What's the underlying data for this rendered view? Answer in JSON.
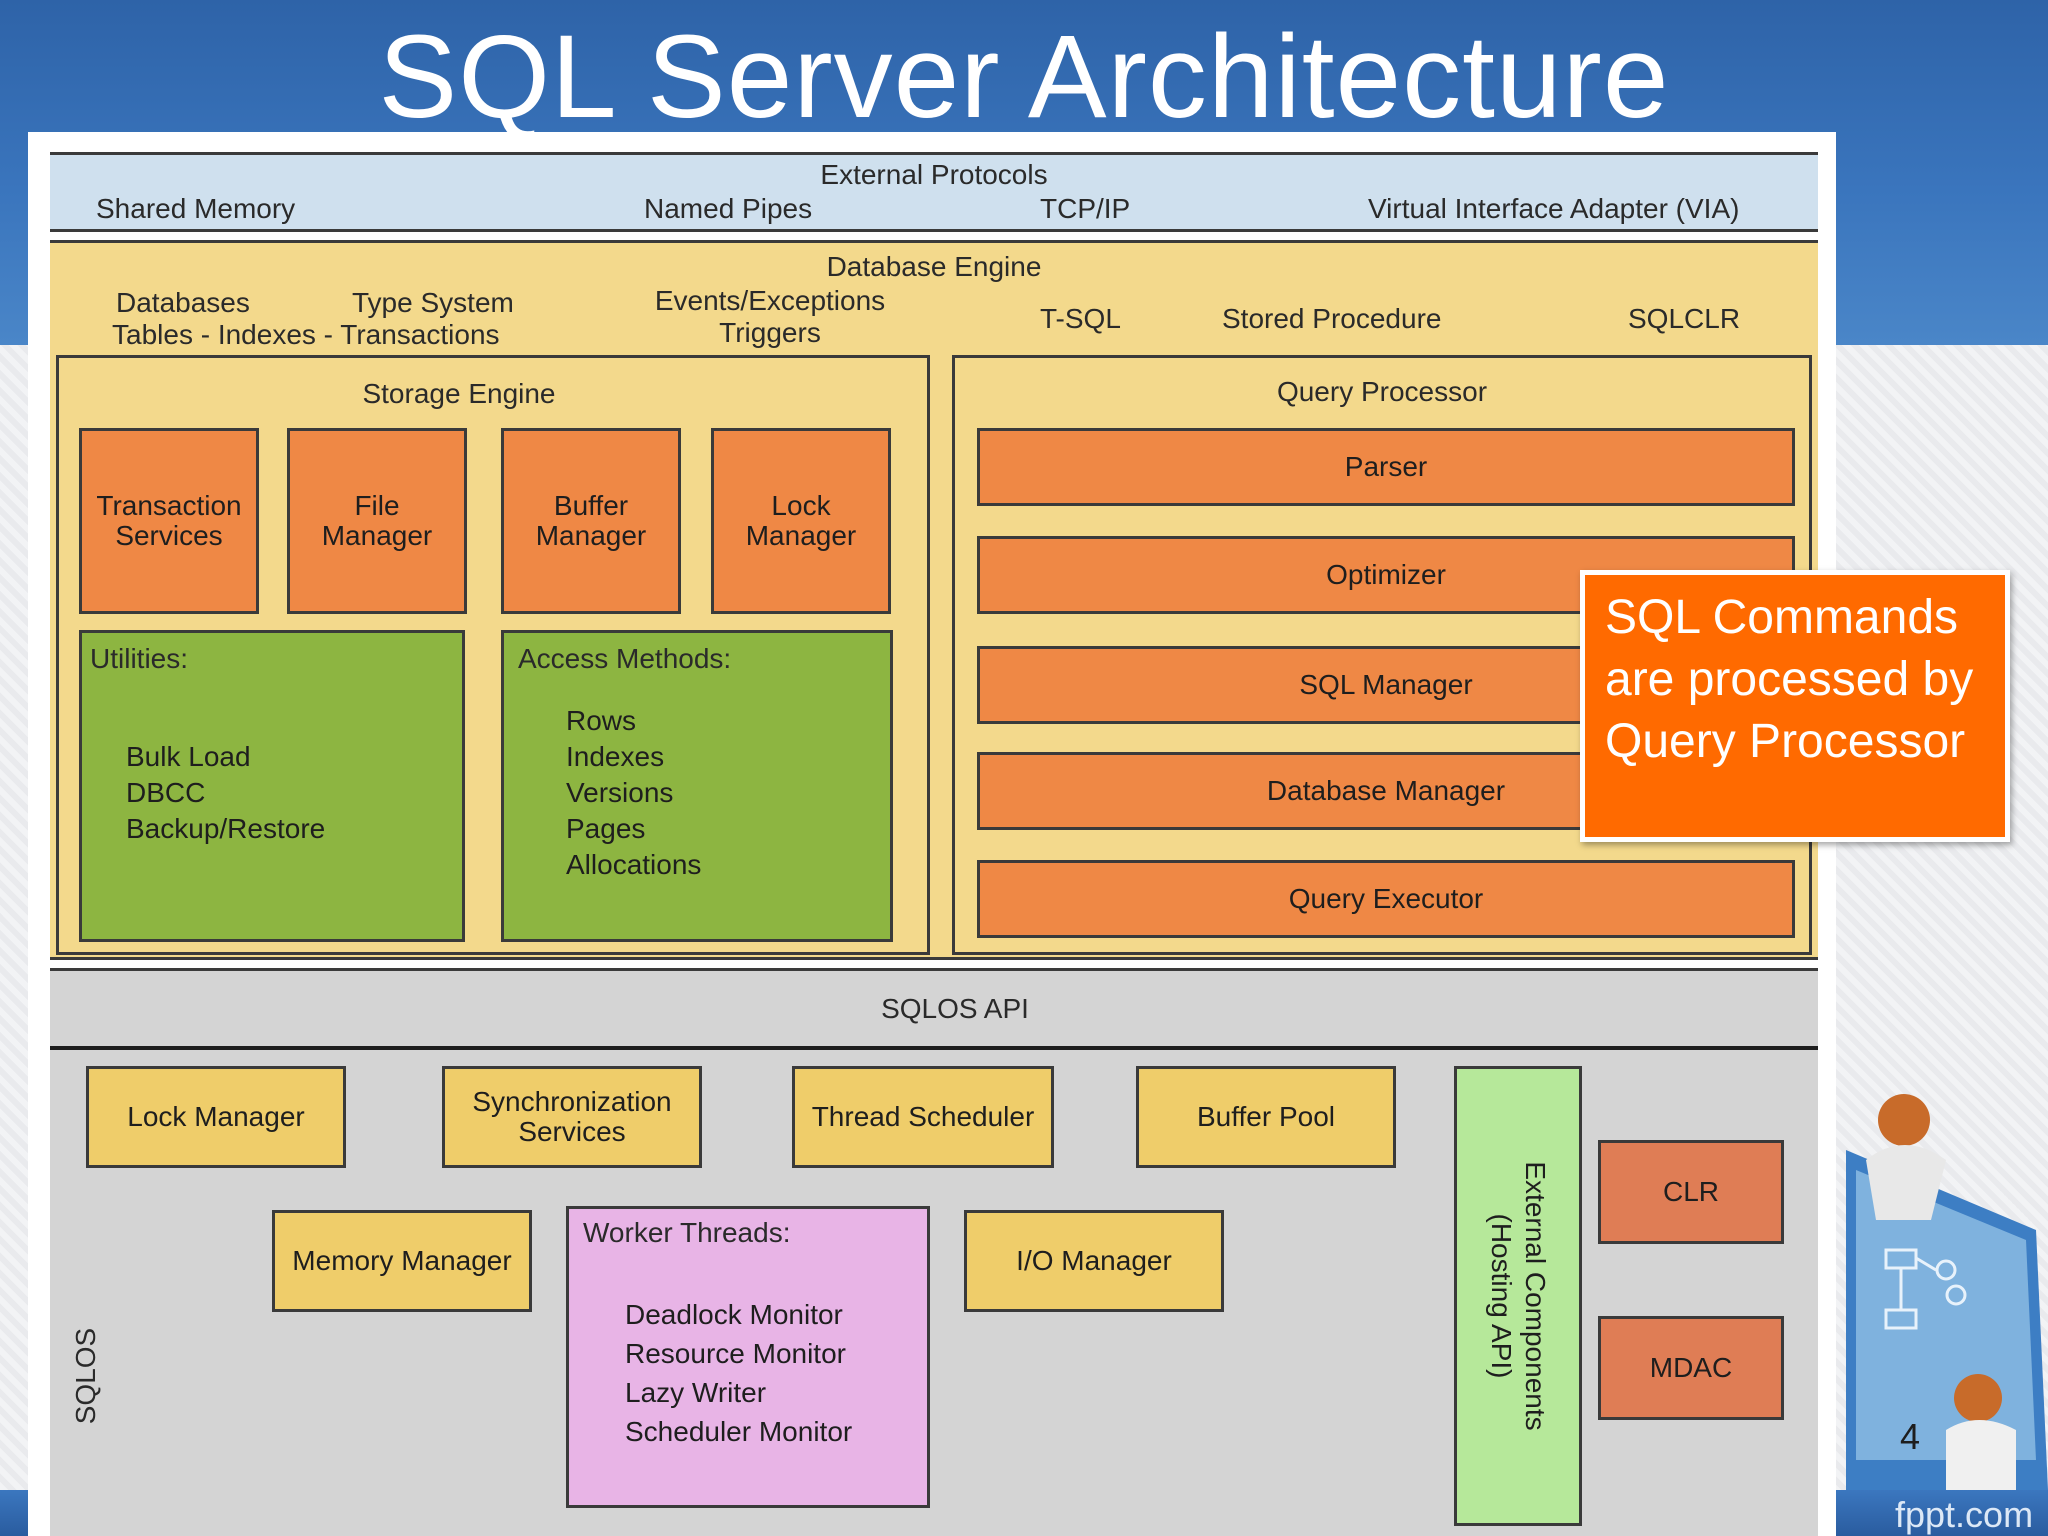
{
  "title": "SQL Server Architecture",
  "external_protocols": {
    "heading": "External Protocols",
    "items": [
      "Shared Memory",
      "Named Pipes",
      "TCP/IP",
      "Virtual Interface Adapter (VIA)"
    ]
  },
  "database_engine": {
    "heading": "Database Engine",
    "line1_left": "Databases",
    "line1_mid": "Type System",
    "line2_left": "Tables - Indexes - Transactions",
    "events": "Events/Exceptions",
    "triggers": "Triggers",
    "tsql": "T-SQL",
    "stored_procedure": "Stored Procedure",
    "sqlclr": "SQLCLR"
  },
  "storage_engine": {
    "heading": "Storage Engine",
    "components": [
      "Transaction Services",
      "File Manager",
      "Buffer Manager",
      "Lock Manager"
    ],
    "utilities": {
      "label": "Utilities:",
      "items": [
        "Bulk Load",
        "DBCC",
        "Backup/Restore"
      ]
    },
    "access_methods": {
      "label": "Access Methods:",
      "items": [
        "Rows",
        "Indexes",
        "Versions",
        "Pages",
        "Allocations"
      ]
    }
  },
  "query_processor": {
    "heading": "Query Processor",
    "stages": [
      "Parser",
      "Optimizer",
      "SQL Manager",
      "Database Manager",
      "Query Executor"
    ]
  },
  "sqlos_api": {
    "label": "SQLOS API"
  },
  "sqlos": {
    "label": "SQLOS",
    "row1": [
      "Lock Manager",
      "Synchronization Services",
      "Thread Scheduler",
      "Buffer Pool"
    ],
    "memory_manager": "Memory Manager",
    "io_manager": "I/O Manager",
    "worker_threads": {
      "label": "Worker Threads:",
      "items": [
        "Deadlock Monitor",
        "Resource Monitor",
        "Lazy Writer",
        "Scheduler Monitor"
      ]
    },
    "external_components": "External Components (Hosting API)",
    "clr": "CLR",
    "mdac": "MDAC"
  },
  "callout": "SQL Commands are processed by Query Processor",
  "page_number": "4",
  "footer_brand": "fppt.com",
  "colors": {
    "storage_orange": "#ef8845",
    "engine_tan": "#f3d98c",
    "utilities_green": "#8db541",
    "sqlos_gray": "#d4d4d4",
    "worker_pink": "#e8b4e6",
    "external_green": "#b6e89a",
    "callout_orange": "#ff6a00"
  }
}
